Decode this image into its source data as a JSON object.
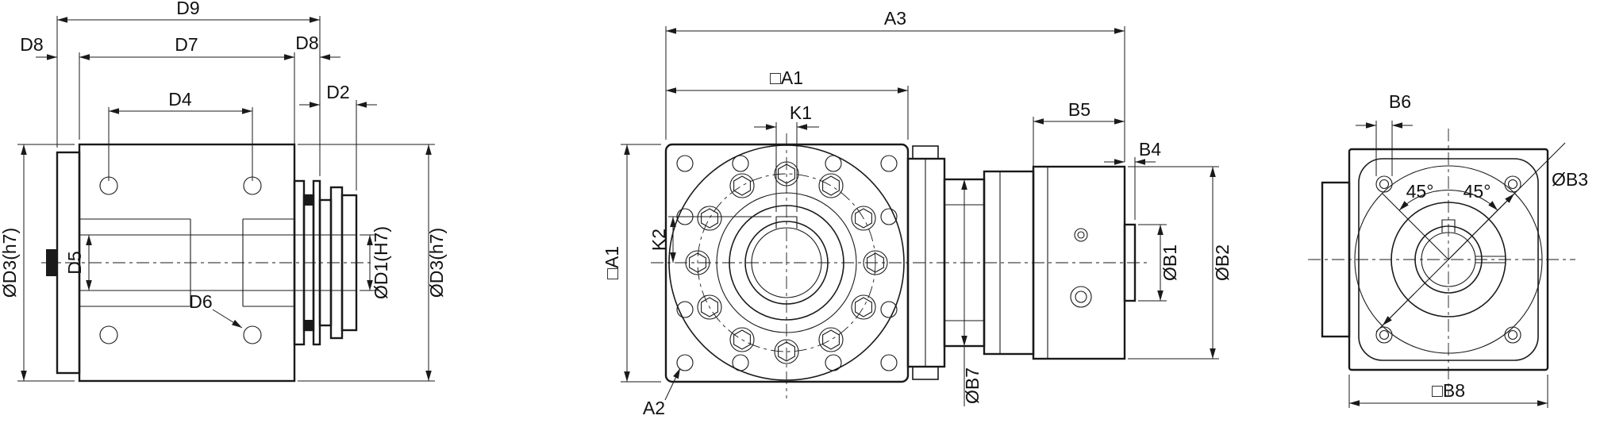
{
  "colors": {
    "line": "#1a1a1a",
    "background": "#ffffff"
  },
  "views": {
    "side": {
      "labels": {
        "d9": "D9",
        "d8_left": "D8",
        "d7": "D7",
        "d8_right": "D8",
        "d2": "D2",
        "d4": "D4",
        "d5": "D5",
        "d6": "D6",
        "od3_left": "ØD3(h7)",
        "od1": "ØD1(H7)",
        "od3_right": "ØD3(h7)"
      }
    },
    "front": {
      "labels": {
        "a3": "A3",
        "a1_top": "□A1",
        "k1": "K1",
        "b5": "B5",
        "b4": "B4",
        "a1_left": "□A1",
        "k2": "K2",
        "ob2": "ØB2",
        "ob1": "ØB1",
        "ob7": "ØB7",
        "a2": "A2"
      }
    },
    "end": {
      "labels": {
        "b6": "B6",
        "angle_left": "45°",
        "angle_right": "45°",
        "ob3": "ØB3",
        "b8": "□B8"
      }
    }
  }
}
